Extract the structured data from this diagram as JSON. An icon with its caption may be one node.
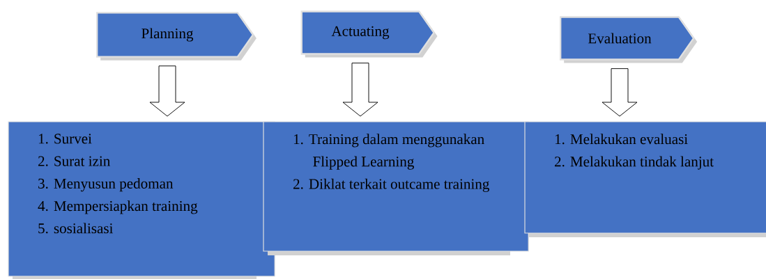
{
  "diagram": {
    "nodes": [
      {
        "text": [
          "Planning"
        ]
      },
      {
        "text": [
          "Actuating"
        ]
      },
      {
        "text": [
          "Evaluation"
        ]
      },
      {
        "text": [
          "1. Survei",
          "2. Surat izin",
          "3. Menyusun pedoman",
          "4. Mempersiapkan training",
          "5. sosialisasi"
        ]
      },
      {
        "text": [
          "1. Training dalam menggunakan Flipped Learning",
          "2. Diklat terkait outcame training"
        ]
      },
      {
        "text": [
          "1. Melakukan evaluasi",
          "2. Melakukan tindak lanjut"
        ]
      }
    ],
    "edges": [
      {
        "from": 0,
        "to": 3,
        "arrow": "to"
      },
      {
        "from": 1,
        "to": 4,
        "arrow": "to"
      },
      {
        "from": 2,
        "to": 5,
        "arrow": "to"
      }
    ]
  }
}
